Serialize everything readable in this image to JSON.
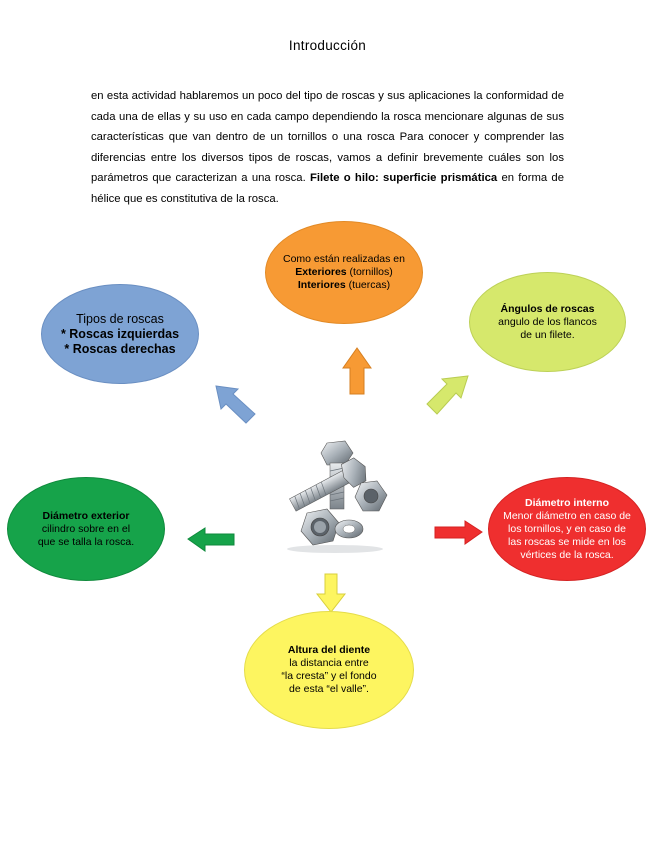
{
  "title": "Introducción",
  "intro": {
    "text1": "en esta actividad hablaremos un poco del tipo de roscas y sus aplicaciones la conformidad de cada una de ellas y su uso en cada campo dependiendo la rosca mencionare algunas de sus características que van dentro de un tornillos o una rosca Para conocer y comprender las diferencias entre los diversos tipos de roscas, vamos a definir brevemente cuáles son los parámetros que caracterizan a una rosca.",
    "bold": "Filete o hilo: superficie prismática",
    "text2": "en forma de hélice que es constitutiva de la rosca."
  },
  "nodes": {
    "orange": {
      "line1": "Como están realizadas en",
      "line2_bold": "Exteriores",
      "line2_rest": " (tornillos)",
      "line3_bold": "Interiores",
      "line3_rest": " (tuercas)",
      "color": "#f79a34"
    },
    "blue": {
      "line1": "Tipos de roscas",
      "line2": "* Roscas izquierdas",
      "line3": "* Roscas derechas",
      "color": "#7ea3d4"
    },
    "lime": {
      "title": "Ángulos de roscas",
      "line1": "angulo de los flancos",
      "line2": "de un filete.",
      "color": "#d6e86c"
    },
    "green": {
      "title": "Diámetro exterior",
      "line1": "cilindro sobre en el",
      "line2": "que se talla la rosca.",
      "color": "#16a34a"
    },
    "red": {
      "title": "Diámetro interno",
      "line1": "Menor diámetro en caso de",
      "line2": "los tornillos, y en caso de",
      "line3": "las roscas se mide en los",
      "line4": "vértices  de la rosca.",
      "color": "#ef2f2f"
    },
    "yellow": {
      "title": "Altura del diente",
      "line1": "la distancia entre",
      "line2": "“la cresta” y el fondo",
      "line3": "de esta “el valle”.",
      "color": "#fdf560"
    }
  },
  "center_image": "bolts-and-nuts-icon"
}
